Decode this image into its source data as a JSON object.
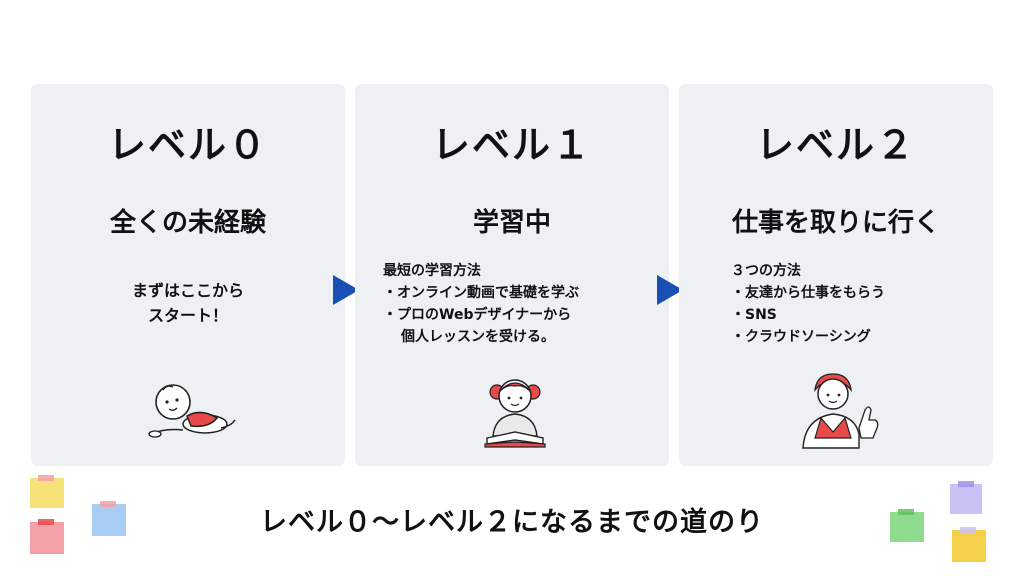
{
  "levels": [
    {
      "title": "レベル０",
      "subtitle": "全くの未経験",
      "lines": [
        "まずはここから",
        "スタート！"
      ]
    },
    {
      "title": "レベル１",
      "subtitle": "学習中",
      "heading": "最短の学習方法",
      "items": [
        "・オンライン動画で基礎を学ぶ",
        "・プロのWebデザイナーから",
        "個人レッスンを受ける。"
      ]
    },
    {
      "title": "レベル２",
      "subtitle": "仕事を取りに行く",
      "heading": "３つの方法",
      "items": [
        "・友達から仕事をもらう",
        "・SNS",
        "・クラウドソーシング"
      ]
    }
  ],
  "footer": "レベル０～レベル２になるまでの道のり",
  "icons": {
    "arrow": "arrow-right-icon",
    "baby": "baby-crawling-icon",
    "student": "girl-reading-book-icon",
    "worker": "woman-thumbs-up-icon"
  },
  "colors": {
    "card_bg": "#eef0f3",
    "arrow": "#1a4fb5",
    "accent_red": "#e84a4a",
    "note_yellow": "#f7e27a",
    "note_pink": "#f4a0a8",
    "note_blue": "#a8cdf5",
    "note_green": "#8fdc8f",
    "note_purple": "#c9c2f5",
    "note_gold": "#f5d04a"
  }
}
